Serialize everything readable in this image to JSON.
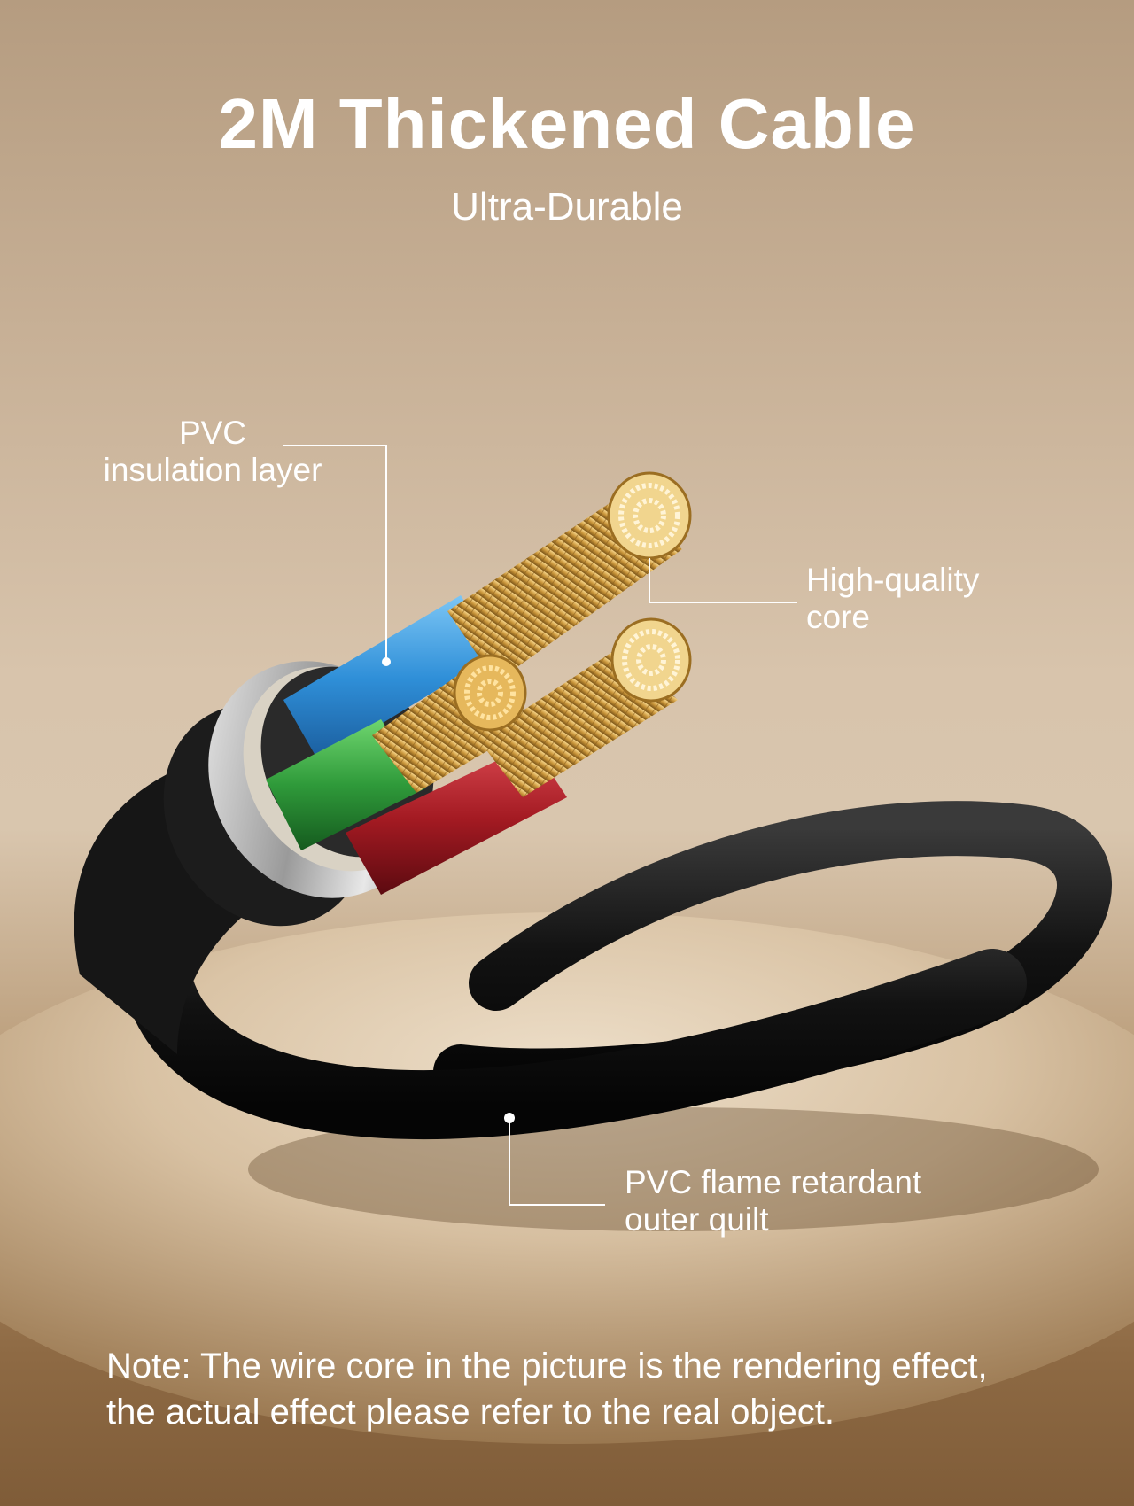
{
  "header": {
    "title": "2M Thickened Cable",
    "subtitle": "Ultra-Durable"
  },
  "callouts": {
    "insulation": {
      "line1": "PVC",
      "line2": "insulation layer"
    },
    "core": {
      "line1": "High-quality",
      "line2": "core"
    },
    "outer": {
      "line1": "PVC flame retardant",
      "line2": "outer quilt"
    }
  },
  "note": {
    "line1": "Note: The wire core in the picture is the rendering effect,",
    "line2": "the actual effect please refer to the real object."
  },
  "colors": {
    "text": "#ffffff",
    "wire_blue": "#2f8fd8",
    "wire_green": "#2f9a3a",
    "wire_red": "#a31a22",
    "copper": "#c9953a",
    "jacket": "#1a1a1a"
  },
  "icons": [
    "cable-illustration"
  ]
}
